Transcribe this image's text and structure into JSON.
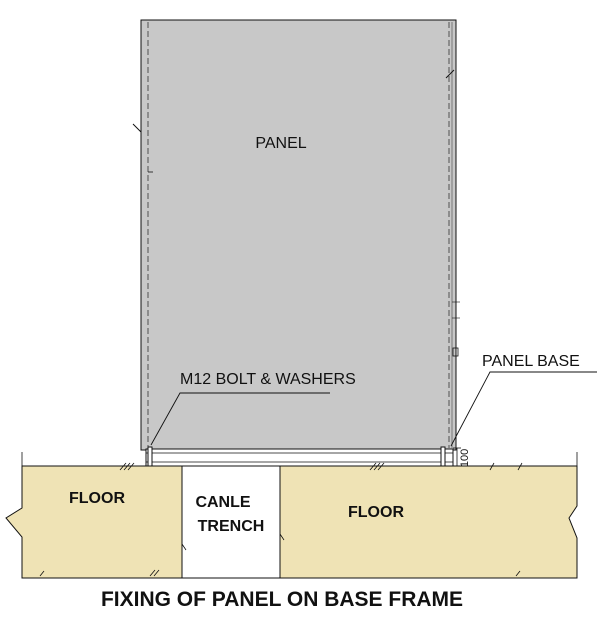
{
  "labels": {
    "panel": "PANEL",
    "bolt": "M12 BOLT & WASHERS",
    "panel_base": "PANEL BASE",
    "floor_left": "FLOOR",
    "floor_right": "FLOOR",
    "trench_line1": "CANLE",
    "trench_line2": "TRENCH",
    "dimension": "100",
    "title": "FIXING OF PANEL ON BASE FRAME"
  },
  "colors": {
    "panel_fill": "#c8c8c8",
    "floor_fill": "#efe3b5",
    "trench_fill": "#ffffff",
    "line": "#111111"
  }
}
